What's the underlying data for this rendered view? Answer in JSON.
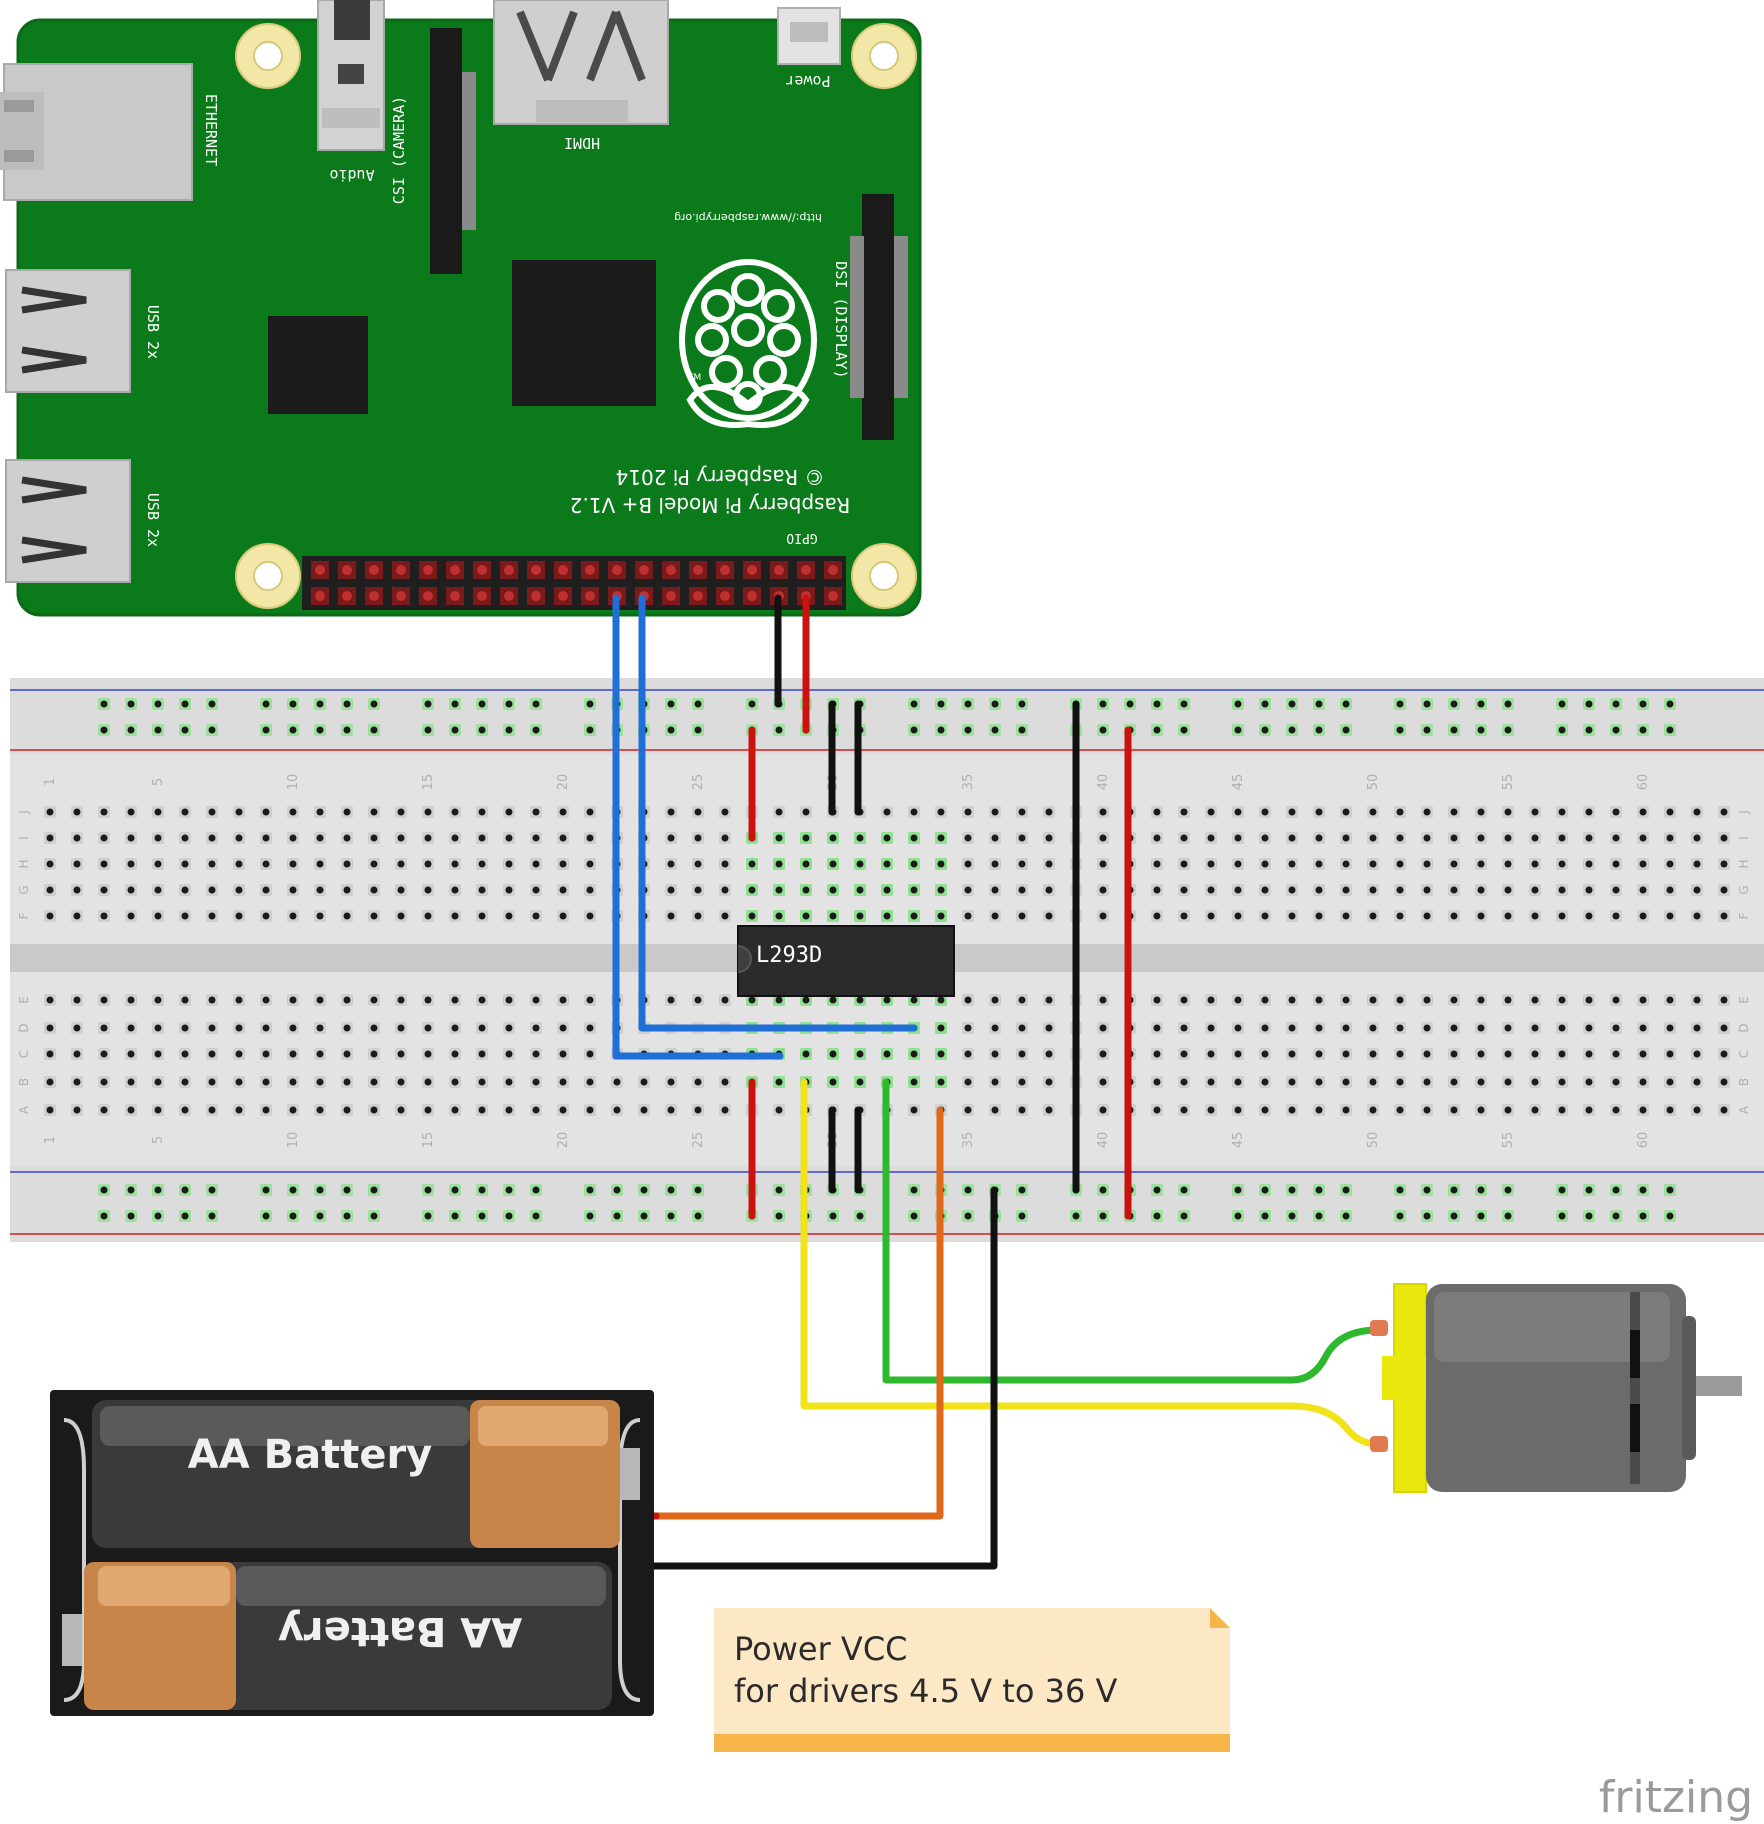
{
  "rpi": {
    "ethernet_label": "ETHERNET",
    "audio_label": "Audio",
    "csi_label": "CSI (CAMERA)",
    "hdmi_label": "HDMI",
    "power_label": "Power",
    "dsi_label": "DSI (DISPLAY)",
    "usb1_label": "USB 2x",
    "usb2_label": "USB 2x",
    "url_label": "http://www.raspberrypi.org",
    "model_label": "Raspberry Pi Model B+ V1.2",
    "copyright_label": "© Raspberry Pi 2014",
    "gpio_label": "GPIO",
    "trademark": "TM"
  },
  "breadboard": {
    "column_numbers": [
      "1",
      "5",
      "10",
      "15",
      "20",
      "25",
      "30",
      "35",
      "40",
      "45",
      "50",
      "55",
      "60"
    ],
    "top_row_letters": [
      "J",
      "I",
      "H",
      "G",
      "F"
    ],
    "bottom_row_letters": [
      "E",
      "D",
      "C",
      "B",
      "A"
    ]
  },
  "chip": {
    "label": "L293D"
  },
  "battery": {
    "label_top": "AA Battery",
    "label_bottom": "AA Battery"
  },
  "note": {
    "line1": "Power VCC",
    "line2": "for drivers 4.5 V to 36 V"
  },
  "brand": {
    "label": "fritzing"
  },
  "colors": {
    "pcb_green": "#0b7a1a",
    "wire_blue": "#1f6fd6",
    "wire_red": "#cc1111",
    "wire_black": "#111111",
    "wire_yellow": "#f2e21a",
    "wire_green": "#2db82d",
    "wire_orange": "#e0681a",
    "note_bg": "#fde8c6",
    "note_accent": "#f5b548"
  }
}
